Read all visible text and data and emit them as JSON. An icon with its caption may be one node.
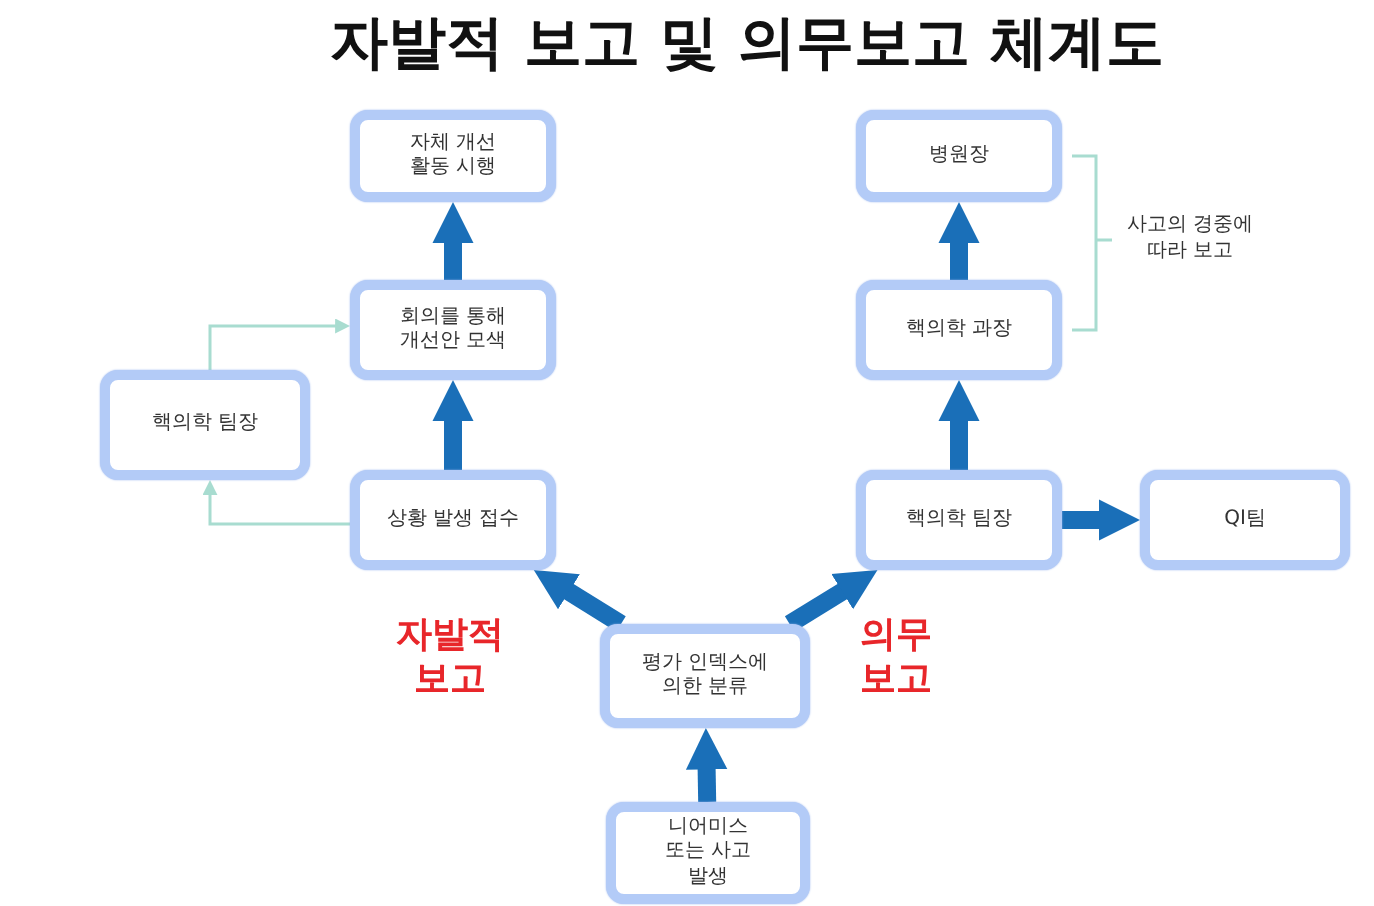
{
  "diagram": {
    "title": "자발적 보고 및 의무보고 체계도",
    "nodes": [
      {
        "text": [
          "자체 개선 활동 시행"
        ]
      },
      {
        "text": [
          "병원장"
        ]
      },
      {
        "text": [
          "회의를 통해 개선안 모색"
        ]
      },
      {
        "text": [
          "핵의학 과장"
        ]
      },
      {
        "text": [
          "핵의학 팀장"
        ]
      },
      {
        "text": [
          "상황 발생 접수"
        ]
      },
      {
        "text": [
          "핵의학 팀장"
        ]
      },
      {
        "text": [
          "QI팀"
        ]
      },
      {
        "text": [
          "평가 인덱스에 의한 분류"
        ]
      },
      {
        "text": [
          "니어미스 또는 사고발생"
        ]
      }
    ],
    "edges": [
      {
        "from": 9,
        "to": 8,
        "arrow": "to"
      },
      {
        "from": 8,
        "to": 5,
        "arrow": "to"
      },
      {
        "from": 8,
        "to": 6,
        "arrow": "to"
      },
      {
        "from": 5,
        "to": 2,
        "arrow": "to"
      },
      {
        "from": 2,
        "to": 0,
        "arrow": "to"
      },
      {
        "from": 6,
        "to": 3,
        "arrow": "to"
      },
      {
        "from": 3,
        "to": 1,
        "arrow": "to"
      },
      {
        "from": 6,
        "to": 7,
        "arrow": "to"
      },
      {
        "from": 5,
        "to": 4,
        "arrow": "to",
        "color": "#a8dcd0"
      },
      {
        "from": 4,
        "to": 2,
        "arrow": "to",
        "color": "#a8dcd0"
      }
    ],
    "labels": [
      "사고의 경중에 따라 보고",
      "자발적 보고",
      "의무 보고"
    ]
  }
}
